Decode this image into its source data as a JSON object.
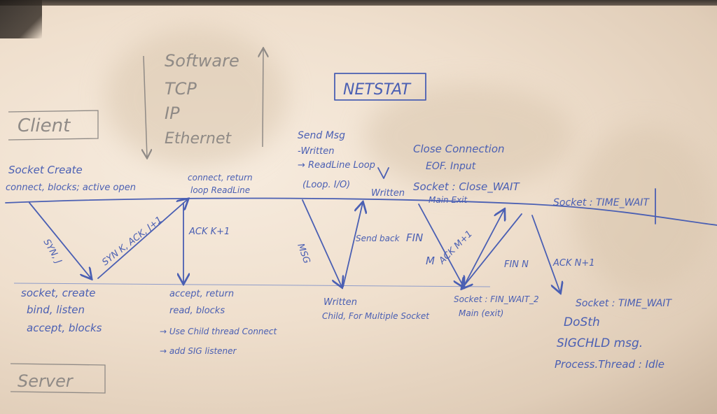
{
  "software_stack": [
    "Software",
    "TCP",
    "IP",
    "Ethernet"
  ],
  "netstat": "NETSTAT",
  "client_label": "Client",
  "server_label": "Server",
  "client_notes": {
    "socket_create": "Socket Create",
    "connect_blocks": "connect, blocks; active open",
    "connect_return": "connect, return",
    "loop_readline": "loop ReadLine",
    "send_msg": "Send Msg",
    "written": "-Written",
    "readline_loop": "→ ReadLine Loop",
    "loop_io": "(Loop. I/O)",
    "written2": "Written",
    "close_connection": "Close Connection",
    "eof_input": "EOF. Input",
    "socket_close_wait": "Socket : Close_WAIT",
    "main_exit": "Main Exit",
    "socket_time_wait": "Socket : TIME_WAIT"
  },
  "arrows": {
    "syn": "SYN, J",
    "synk_ack": "SYN K, ACK, J+1",
    "ack_k1": "ACK K+1",
    "msg": "MSG",
    "send_back": "Send back",
    "fin": "FIN",
    "m": "M",
    "ack_m1": "ACK M+1",
    "fin_n": "FIN N",
    "ack_n1": "ACK N+1"
  },
  "server_notes": {
    "socket_create": "socket, create",
    "bind_listen": "bind, listen",
    "accept_blocks": "accept, blocks",
    "accept_return": "accept, return",
    "read_blocks": "read, blocks",
    "use_child": "→ Use Child thread Connect",
    "add_sig": "→ add SIG listener",
    "written": "Written",
    "child_multiple": "Child, For Multiple Socket",
    "fin_wait2": "Socket : FIN_WAIT_2",
    "main_exit": "Main (exit)",
    "socket_time_wait": "Socket : TIME_WAIT",
    "dosth": "DoSth",
    "sigchld": "SIGCHLD msg.",
    "process_idle": "Process.Thread : Idle"
  }
}
